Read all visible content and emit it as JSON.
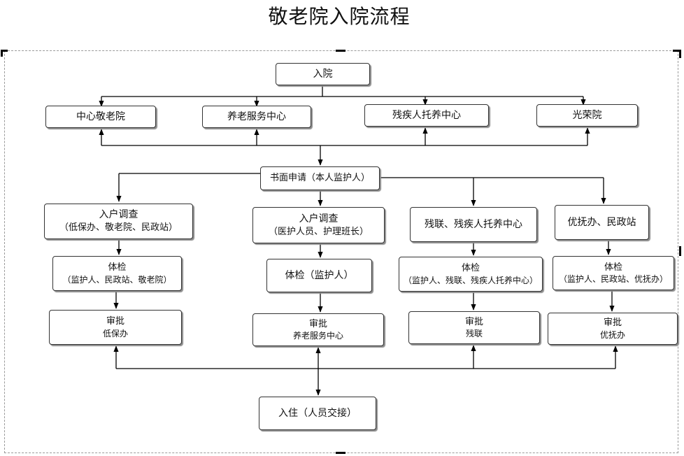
{
  "title": "敬老院入院流程",
  "nodes": {
    "admission": "入院",
    "inst1": "中心敬老院",
    "inst2": "养老服务中心",
    "inst3": "残疾人托养中心",
    "inst4": "光荣院",
    "application": "书面申请（本人监护人）",
    "c1_survey": "入户调查",
    "c1_survey_sub": "（低保办、敬老院、民政站）",
    "c1_exam": "体检",
    "c1_exam_sub": "（监护人、民政站、敬老院）",
    "c1_approve": "审批",
    "c1_approve_sub": "低保办",
    "c2_survey": "入户调查",
    "c2_survey_sub": "（医护人员、护理班长）",
    "c2_exam": "体检（监护人）",
    "c2_approve": "审批",
    "c2_approve_sub": "养老服务中心",
    "c3_survey": "残联、残疾人托养中心",
    "c3_exam": "体检",
    "c3_exam_sub": "（监护人、残联、残疾人托养中心）",
    "c3_approve": "审批",
    "c3_approve_sub": "残联",
    "c4_survey": "优抚办、民政站",
    "c4_exam": "体检",
    "c4_exam_sub": "（监护人、民政站、优抚办）",
    "c4_approve": "审批",
    "c4_approve_sub": "优抚办",
    "checkin": "入住（人员交接）"
  }
}
